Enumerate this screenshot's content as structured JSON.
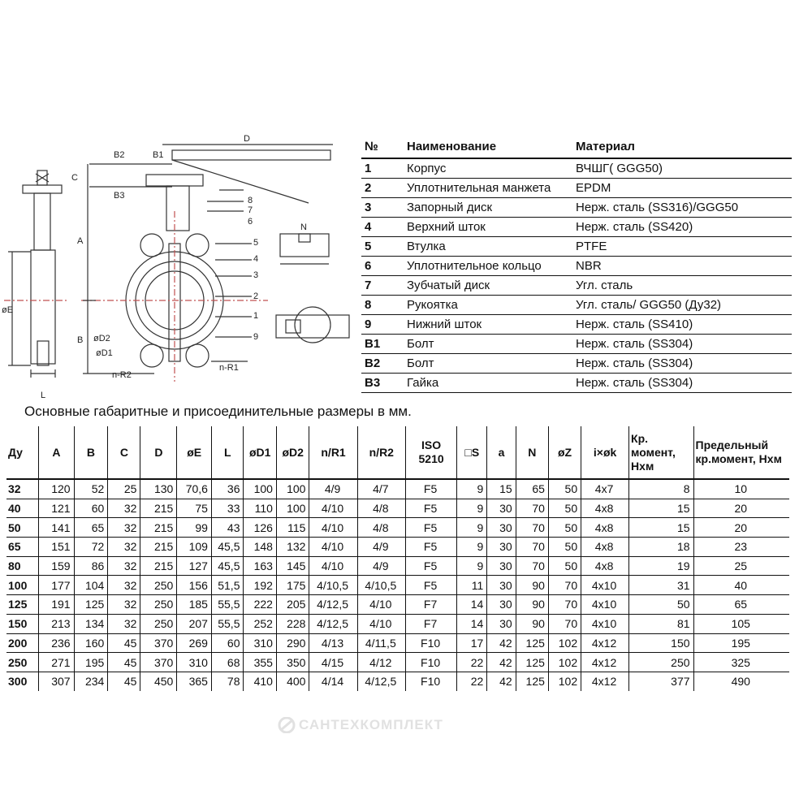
{
  "drawing": {
    "labels": {
      "d": "D",
      "c": "C",
      "a": "A",
      "b": "B",
      "l": "L",
      "oe": "øE",
      "od1": "øD1",
      "od2": "øD2",
      "nr1": "n-R1",
      "nr2": "n-R2",
      "n": "N",
      "b1": "B1",
      "b2": "B2",
      "b3": "B3",
      "p1": "1",
      "p2": "2",
      "p3": "3",
      "p4": "4",
      "p5": "5",
      "p6": "6",
      "p7": "7",
      "p8": "8",
      "p9": "9"
    }
  },
  "materials": {
    "headers": {
      "no": "№",
      "name": "Наименование",
      "material": "Материал"
    },
    "rows": [
      {
        "no": "1",
        "name": "Корпус",
        "material": "ВЧШГ( GGG50)"
      },
      {
        "no": "2",
        "name": "Уплотнительная манжета",
        "material": "EPDM"
      },
      {
        "no": "3",
        "name": "Запорный диск",
        "material": "Нерж. сталь (SS316)/GGG50"
      },
      {
        "no": "4",
        "name": "Верхний шток",
        "material": "Нерж. сталь (SS420)"
      },
      {
        "no": "5",
        "name": "Втулка",
        "material": "PTFE"
      },
      {
        "no": "6",
        "name": "Уплотнительное кольцо",
        "material": "NBR"
      },
      {
        "no": "7",
        "name": "Зубчатый диск",
        "material": "Угл. сталь"
      },
      {
        "no": "8",
        "name": "Рукоятка",
        "material": "Угл. сталь/ GGG50 (Ду32)"
      },
      {
        "no": "9",
        "name": "Нижний шток",
        "material": "Нерж. сталь (SS410)"
      },
      {
        "no": "B1",
        "name": "Болт",
        "material": "Нерж. сталь (SS304)"
      },
      {
        "no": "B2",
        "name": "Болт",
        "material": "Нерж. сталь (SS304)"
      },
      {
        "no": "B3",
        "name": "Гайка",
        "material": "Нерж. сталь (SS304)"
      }
    ]
  },
  "dims": {
    "caption": "Основные габаритные и присоединительные размеры в мм.",
    "headers": [
      "Ду",
      "A",
      "B",
      "C",
      "D",
      "øE",
      "L",
      "øD1",
      "øD2",
      "n/R1",
      "n/R2",
      "ISO 5210",
      "□S",
      "a",
      "N",
      "øZ",
      "i×øk",
      "Кр. момент, Нхм",
      "Предельный кр.момент, Нхм"
    ],
    "rows": [
      [
        "32",
        "120",
        "52",
        "25",
        "130",
        "70,6",
        "36",
        "100",
        "100",
        "4/9",
        "4/7",
        "F5",
        "9",
        "15",
        "65",
        "50",
        "4x7",
        "8",
        "10"
      ],
      [
        "40",
        "121",
        "60",
        "32",
        "215",
        "75",
        "33",
        "110",
        "100",
        "4/10",
        "4/8",
        "F5",
        "9",
        "30",
        "70",
        "50",
        "4x8",
        "15",
        "20"
      ],
      [
        "50",
        "141",
        "65",
        "32",
        "215",
        "99",
        "43",
        "126",
        "115",
        "4/10",
        "4/8",
        "F5",
        "9",
        "30",
        "70",
        "50",
        "4x8",
        "15",
        "20"
      ],
      [
        "65",
        "151",
        "72",
        "32",
        "215",
        "109",
        "45,5",
        "148",
        "132",
        "4/10",
        "4/9",
        "F5",
        "9",
        "30",
        "70",
        "50",
        "4x8",
        "18",
        "23"
      ],
      [
        "80",
        "159",
        "86",
        "32",
        "215",
        "127",
        "45,5",
        "163",
        "145",
        "4/10",
        "4/9",
        "F5",
        "9",
        "30",
        "70",
        "50",
        "4x8",
        "19",
        "25"
      ],
      [
        "100",
        "177",
        "104",
        "32",
        "250",
        "156",
        "51,5",
        "192",
        "175",
        "4/10,5",
        "4/10,5",
        "F5",
        "11",
        "30",
        "90",
        "70",
        "4x10",
        "31",
        "40"
      ],
      [
        "125",
        "191",
        "125",
        "32",
        "250",
        "185",
        "55,5",
        "222",
        "205",
        "4/12,5",
        "4/10",
        "F7",
        "14",
        "30",
        "90",
        "70",
        "4x10",
        "50",
        "65"
      ],
      [
        "150",
        "213",
        "134",
        "32",
        "250",
        "207",
        "55,5",
        "252",
        "228",
        "4/12,5",
        "4/10",
        "F7",
        "14",
        "30",
        "90",
        "70",
        "4x10",
        "81",
        "105"
      ],
      [
        "200",
        "236",
        "160",
        "45",
        "370",
        "269",
        "60",
        "310",
        "290",
        "4/13",
        "4/11,5",
        "F10",
        "17",
        "42",
        "125",
        "102",
        "4x12",
        "150",
        "195"
      ],
      [
        "250",
        "271",
        "195",
        "45",
        "370",
        "310",
        "68",
        "355",
        "350",
        "4/15",
        "4/12",
        "F10",
        "22",
        "42",
        "125",
        "102",
        "4x12",
        "250",
        "325"
      ],
      [
        "300",
        "307",
        "234",
        "45",
        "450",
        "365",
        "78",
        "410",
        "400",
        "4/14",
        "4/12,5",
        "F10",
        "22",
        "42",
        "125",
        "102",
        "4x12",
        "377",
        "490"
      ]
    ]
  },
  "watermark": {
    "text": "САНТЕХКОМПЛЕКТ"
  }
}
